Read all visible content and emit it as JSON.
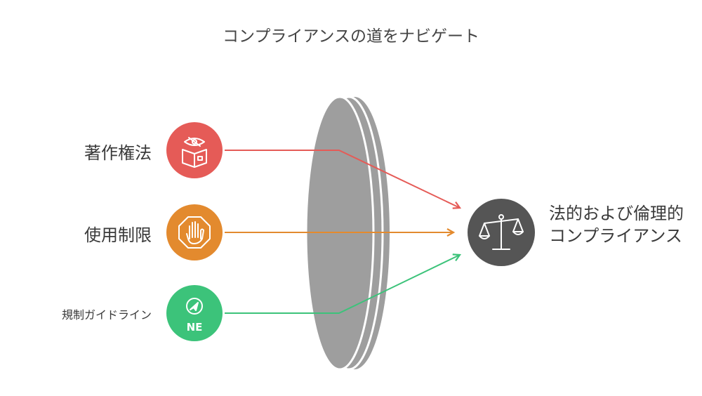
{
  "title": "コンプライアンスの道をナビゲート",
  "inputs": [
    {
      "label": "著作権法",
      "icon": "book-eye-icon",
      "color": "#E55B57"
    },
    {
      "label": "使用制限",
      "icon": "stop-hand-icon",
      "color": "#E38A2E"
    },
    {
      "label": "規制ガイドライン",
      "icon": "compass-icon",
      "color": "#3CC37A",
      "icon_text": "NE"
    }
  ],
  "lens_color": "#9E9E9E",
  "result": {
    "label": "法的および倫理的コンプライアンス",
    "icon": "scales-icon",
    "color": "#555555"
  }
}
